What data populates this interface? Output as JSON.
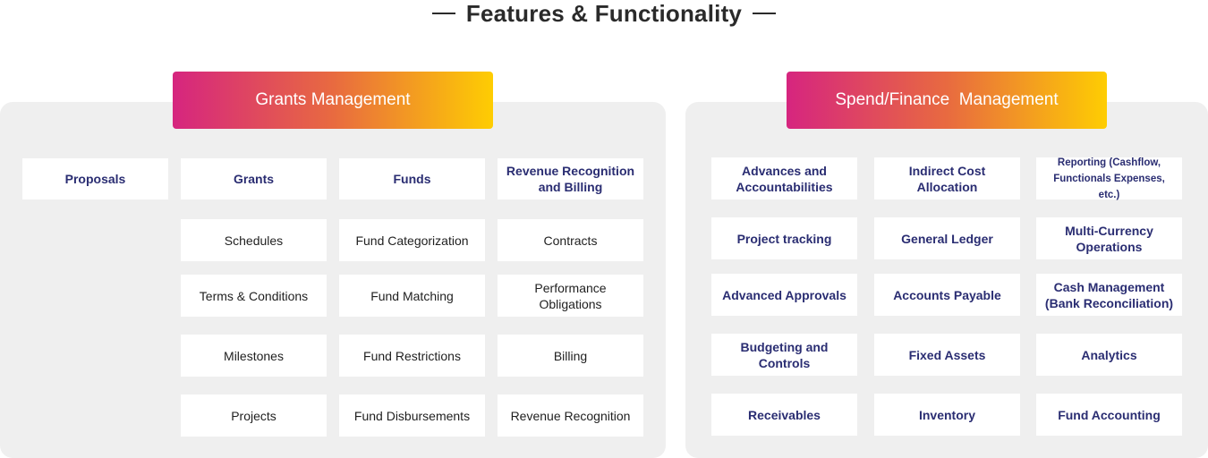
{
  "title": "Features & Functionality",
  "grants": {
    "header": "Grants Management",
    "top": [
      "Proposals",
      "Grants",
      "Funds",
      "Revenue Recognition and Billing"
    ],
    "col_grants": [
      "Schedules",
      "Terms & Conditions",
      "Milestones",
      "Projects"
    ],
    "col_funds": [
      "Fund Categorization",
      "Fund Matching",
      "Fund Restrictions",
      "Fund Disbursements"
    ],
    "col_revenue": [
      "Contracts",
      "Performance Obligations",
      "Billing",
      "Revenue Recognition"
    ]
  },
  "spend": {
    "header": "Spend/Finance  Management",
    "col1": [
      "Advances and Accountabilities",
      "Project tracking",
      "Advanced Approvals",
      "Budgeting and Controls",
      "Receivables"
    ],
    "col2": [
      "Indirect Cost Allocation",
      "General Ledger",
      "Accounts Payable",
      "Fixed Assets",
      "Inventory"
    ],
    "col3": [
      "Reporting (Cashflow, Functionals Expenses, etc.)",
      "Multi-Currency Operations",
      "Cash Management (Bank Reconciliation)",
      "Analytics",
      "Fund Accounting"
    ]
  }
}
